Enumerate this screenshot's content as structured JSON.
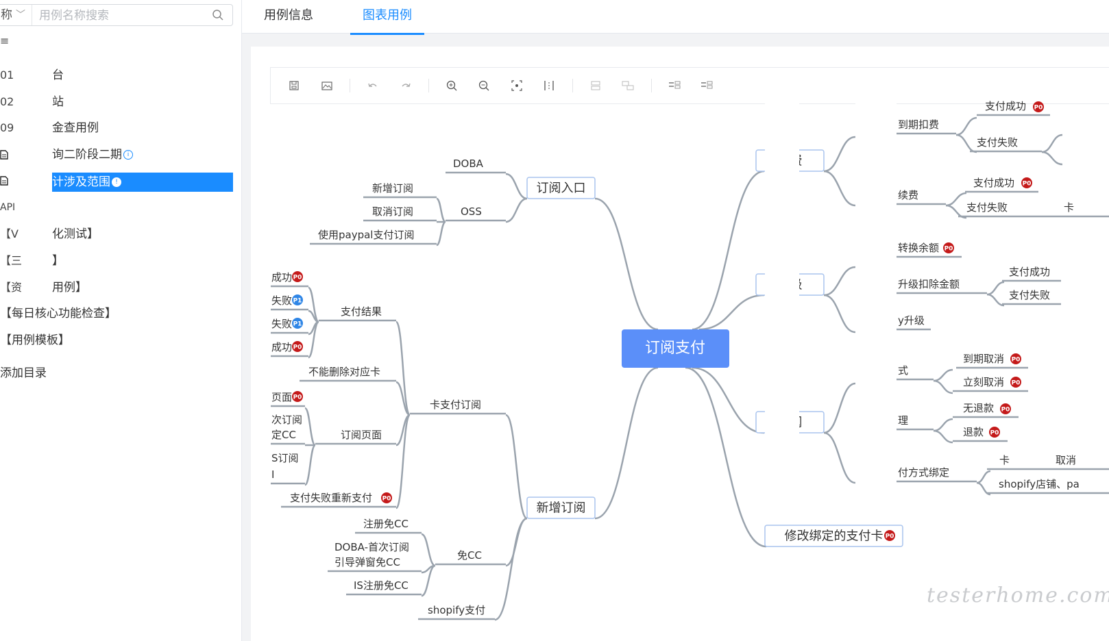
{
  "sidebar": {
    "search": {
      "select_label": "称",
      "placeholder": "用例名称搜索"
    },
    "items": [
      {
        "prefix": "≡",
        "label": ""
      },
      {
        "prefix": "01",
        "label": "台"
      },
      {
        "prefix": "02",
        "label": "站"
      },
      {
        "prefix": "09",
        "label": "金查用例"
      },
      {
        "prefix": "",
        "label": "询二阶段二期"
      },
      {
        "prefix": "",
        "label": "计涉及范围"
      },
      {
        "prefix": "API",
        "label": ""
      },
      {
        "prefix": "【V",
        "label": "化测试】"
      },
      {
        "prefix": "【三",
        "label": "】"
      },
      {
        "prefix": "【资",
        "label": "用例】"
      },
      {
        "prefix": "",
        "label": "【每日核心功能检查】"
      },
      {
        "prefix": "",
        "label": "【用例模板】"
      },
      {
        "prefix": "",
        "label": "添加目录"
      }
    ]
  },
  "tabs": [
    {
      "label": "用例信息",
      "active": false
    },
    {
      "label": "图表用例",
      "active": true
    }
  ],
  "toolbar": {
    "icons": [
      "save-icon",
      "image-icon",
      "undo-icon",
      "redo-icon",
      "zoom-in-icon",
      "zoom-out-icon",
      "fit-view-icon",
      "align-icon",
      "add-child-icon",
      "add-sibling-icon",
      "expand-icon",
      "collapse-icon"
    ]
  },
  "mindmap": {
    "root": "订阅支付",
    "nodes": {
      "sub_entry": "订阅入口",
      "doba": "DOBA",
      "oss": "OSS",
      "oss_new": "新增订阅",
      "oss_cancel": "取消订阅",
      "oss_paypal": "使用paypal支付订阅",
      "new_sub": "新增订阅",
      "card_pay": "卡支付订阅",
      "pay_result": "支付结果",
      "pr_1": "成功",
      "pr_2": "失败",
      "pr_3": "失败",
      "pr_4": "成功",
      "no_delete": "不能删除对应卡",
      "sub_page": "订阅页面",
      "sp_1": "页面",
      "sp_2": "次订阅",
      "sp_3": "定CC",
      "sp_4": "S订阅",
      "sp_5": "I",
      "retry": "支付失败重新支付",
      "free_cc": "免CC",
      "fc_1": "注册免CC",
      "fc_2": "DOBA-首次订阅",
      "fc_3": "引导弹窗免CC",
      "fc_4": "IS注册免CC",
      "shopify": "shopify支付",
      "renew": "续费",
      "r_expire": "到期扣费",
      "r_success_top": "支付成功",
      "r_fail": "支付失败",
      "r_auto": "续费",
      "r_succ2": "支付成功",
      "r_fail2": "支付失败",
      "r_card": "卡",
      "upgrade": "升级",
      "u_balance": "转换余额",
      "u_deduct": "升级扣除金额",
      "u_succ": "支付成功",
      "u_fail": "支付失败",
      "u_y": "y升级",
      "cancel_sub": "订阅",
      "c_way": "式",
      "c_expire": "到期取消",
      "c_now": "立刻取消",
      "c_handle": "理",
      "c_norefund": "无退款",
      "c_refund": "退款",
      "c_bind": "付方式绑定",
      "c_card": "卡",
      "c_cancel": "取消",
      "c_shopify": "shopify店铺、pa",
      "modify_card": "修改绑定的支付卡"
    },
    "tags": {
      "p0": "P0",
      "p1": "P1"
    }
  },
  "watermark": "testerhome.com",
  "colors": {
    "accent": "#1a8cff",
    "root": "#5b8ff9",
    "line": "#9aa3ad",
    "p0": "#c41a1a",
    "p1": "#2f86e6"
  }
}
